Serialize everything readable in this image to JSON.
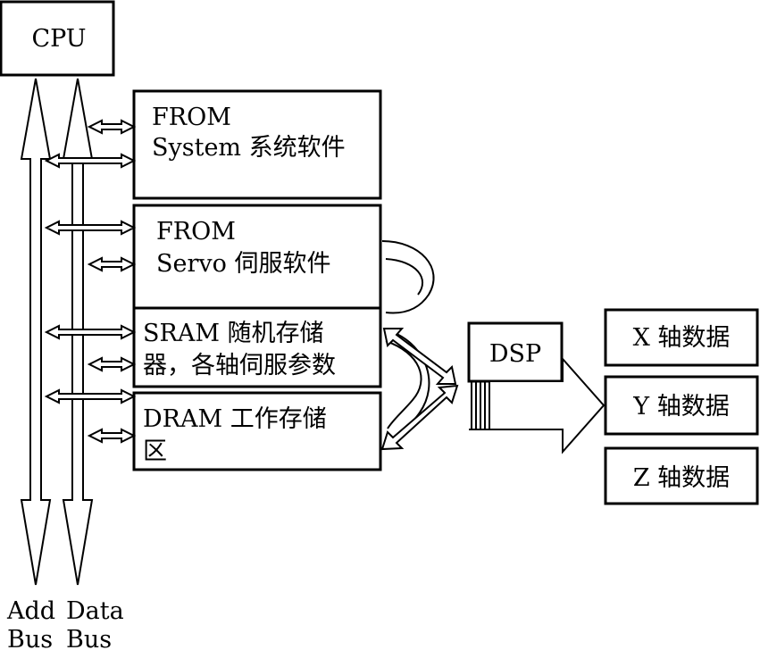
{
  "cpu": {
    "label": "CPU"
  },
  "from_system": {
    "line1": "FROM",
    "line2": "System  系统软件"
  },
  "from_servo": {
    "line1": "FROM",
    "line2": "Servo   伺服软件"
  },
  "sram": {
    "line1": "SRAM 随机存储",
    "line2": "器，各轴伺服参数"
  },
  "dram": {
    "line1": "DRAM 工作存储",
    "line2": "区"
  },
  "dsp": {
    "label": "DSP"
  },
  "axes": {
    "x": "X 轴数据",
    "y": "Y 轴数据",
    "z": "Z 轴数据"
  },
  "buses": {
    "add": {
      "line1": "Add",
      "line2": "Bus"
    },
    "data": {
      "line1": "Data",
      "line2": "Bus"
    }
  }
}
